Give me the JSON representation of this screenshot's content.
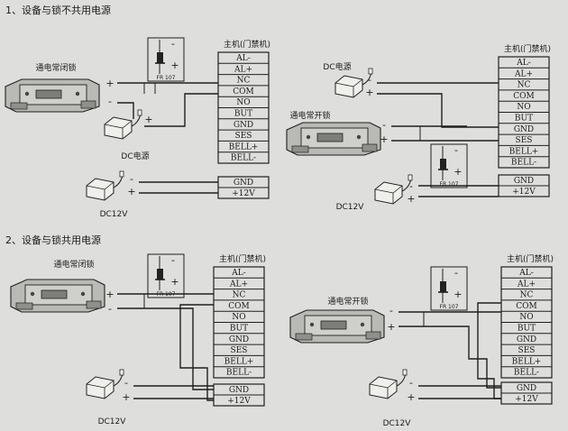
{
  "headings": {
    "section1": "1、设备与锁不共用电源",
    "section2": "2、设备与锁共用电源"
  },
  "controller_title": "主机(门禁机)",
  "terminals": [
    "AL-",
    "AL+",
    "NC",
    "COM",
    "NO",
    "BUT",
    "GND",
    "SES",
    "BELL+",
    "BELL-"
  ],
  "power_terminals": [
    "GND",
    "+12V"
  ],
  "labels": {
    "lock_normally_closed": "通电常闭锁",
    "lock_normally_open": "通电常开锁",
    "dc_power": "DC电源",
    "dc12v": "DC12V",
    "diode": "FR 107"
  },
  "signs": {
    "plus": "+",
    "minus": "-"
  }
}
